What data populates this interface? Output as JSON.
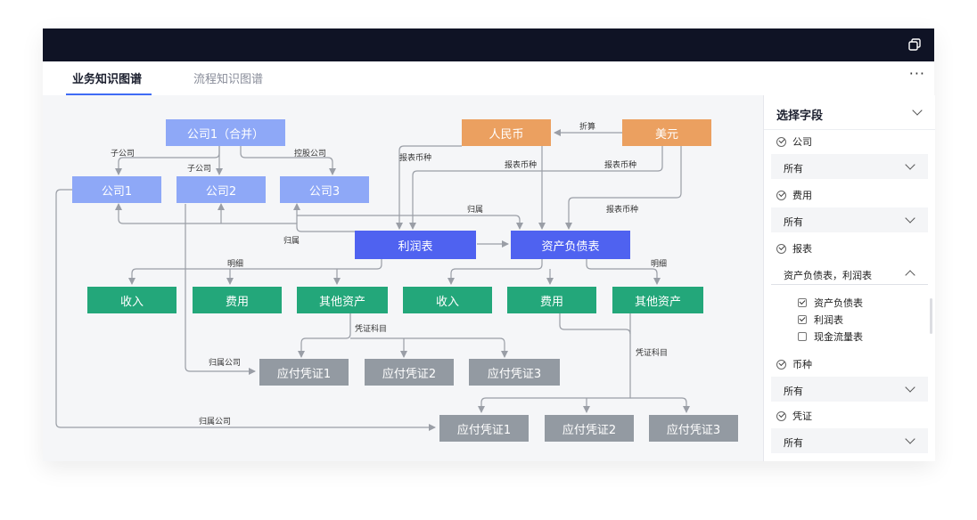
{
  "tabs": [
    {
      "label": "业务知识图谱",
      "active": true
    },
    {
      "label": "流程知识图谱",
      "active": false
    }
  ],
  "more_label": "···",
  "diagram": {
    "nodes": {
      "company_merged": "公司1（合并）",
      "company1": "公司1",
      "company2": "公司2",
      "company3": "公司3",
      "rmb": "人民币",
      "usd": "美元",
      "income_statement": "利润表",
      "balance_sheet": "资产负债表",
      "income_a": "收入",
      "expense_a": "费用",
      "other_assets_a": "其他资产",
      "income_b": "收入",
      "expense_b": "费用",
      "other_assets_b": "其他资产",
      "voucher_a1": "应付凭证1",
      "voucher_a2": "应付凭证2",
      "voucher_a3": "应付凭证3",
      "voucher_b1": "应付凭证1",
      "voucher_b2": "应付凭证2",
      "voucher_b3": "应付凭证3"
    },
    "edge_labels": {
      "subsidiary_1": "子公司",
      "subsidiary_2": "子公司",
      "holding": "控股公司",
      "convert": "折算",
      "currency_1": "报表币种",
      "currency_2": "报表币种",
      "currency_3": "报表币种",
      "currency_4": "报表币种",
      "belongs_1": "归属",
      "belongs_2": "归属",
      "detail_1": "明细",
      "detail_2": "明细",
      "voucher_subject_1": "凭证科目",
      "voucher_subject_2": "凭证科目",
      "belongs_company_1": "归属公司",
      "belongs_company_2": "归属公司"
    },
    "colors": {
      "company": "#8ea8f7",
      "statement": "#4f62f0",
      "currency": "#eba060",
      "category": "#23a77a",
      "voucher": "#939aa2",
      "edge": "#9a9ea6"
    }
  },
  "panel": {
    "title": "选择字段",
    "fields": [
      {
        "label": "公司",
        "selected": "所有",
        "checked": true
      },
      {
        "label": "费用",
        "selected": "所有",
        "checked": true
      },
      {
        "label": "报表",
        "selected": "资产负债表，利润表",
        "checked": true,
        "expanded": true,
        "options": [
          {
            "label": "资产负债表",
            "checked": true
          },
          {
            "label": "利润表",
            "checked": true
          },
          {
            "label": "现金流量表",
            "checked": false
          }
        ]
      },
      {
        "label": "币种",
        "selected": "所有",
        "checked": true
      },
      {
        "label": "凭证",
        "selected": "所有",
        "checked": true
      }
    ]
  }
}
